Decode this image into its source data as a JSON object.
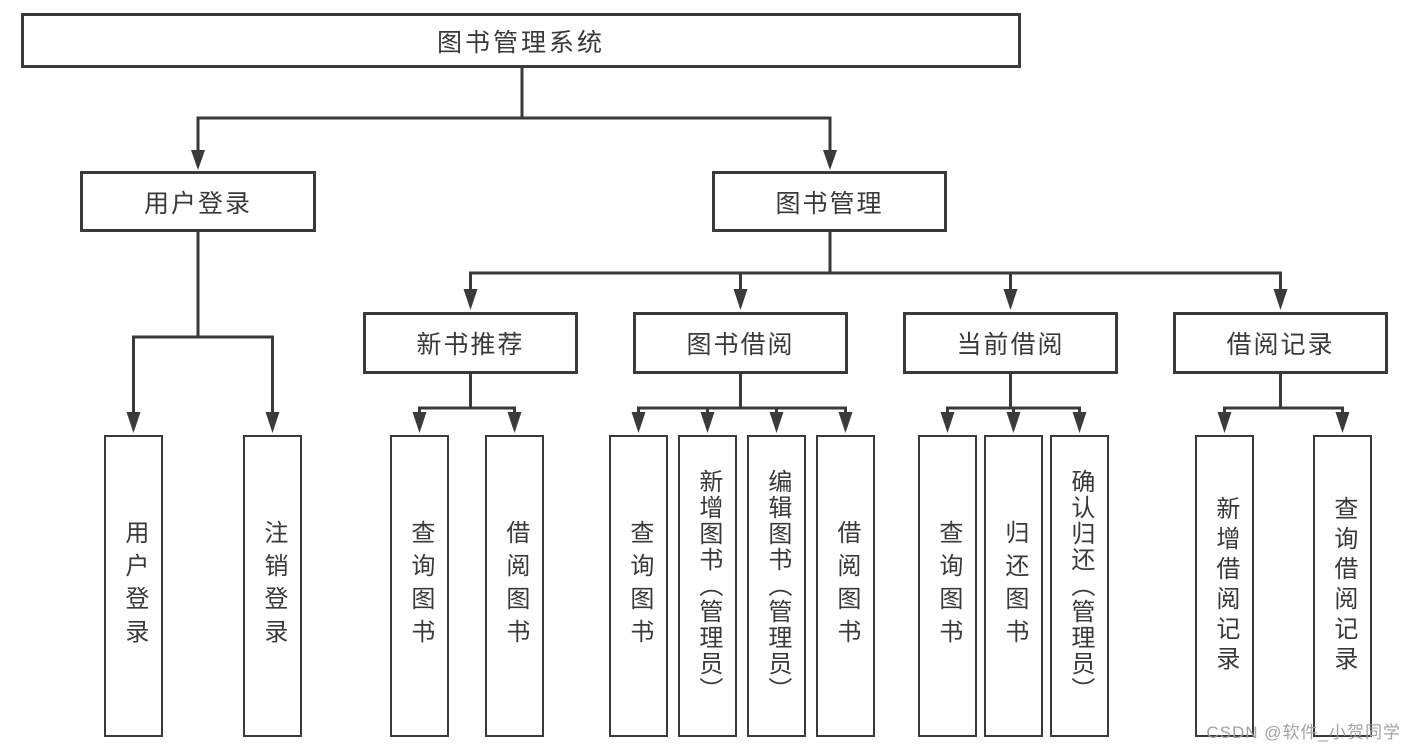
{
  "diagram": {
    "root": "图书管理系统",
    "user_login": {
      "label": "用户登录",
      "children": [
        "用户登录",
        "注销登录"
      ]
    },
    "book_management": {
      "label": "图书管理",
      "groups": [
        {
          "label": "新书推荐",
          "children": [
            "查询图书",
            "借阅图书"
          ]
        },
        {
          "label": "图书借阅",
          "children": [
            "查询图书",
            "新增图书（管理员）",
            "编辑图书（管理员）",
            "借阅图书"
          ]
        },
        {
          "label": "当前借阅",
          "children": [
            "查询图书",
            "归还图书",
            "确认归还（管理员）"
          ]
        },
        {
          "label": "借阅记录",
          "children": [
            "新增借阅记录",
            "查询借阅记录"
          ]
        }
      ]
    }
  },
  "watermark": "CSDN @软件_小贺同学",
  "colors": {
    "line": "#3a3a3c",
    "text": "#39393b",
    "watermark": "#9e9e9e",
    "background": "#ffffff"
  }
}
